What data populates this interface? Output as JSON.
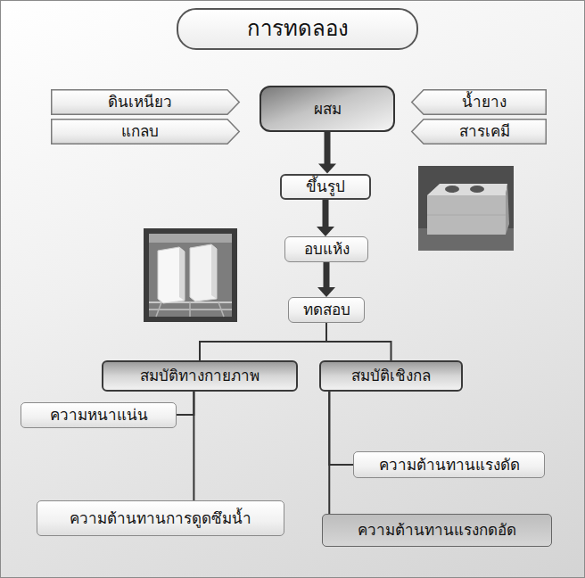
{
  "diagram": {
    "title": "การทดลอง",
    "nodes": [
      {
        "text": [
          "ดินเหนียว"
        ]
      },
      {
        "text": [
          "ผสม"
        ]
      },
      {
        "text": [
          "น้ำยาง"
        ]
      },
      {
        "text": [
          "แกลบ"
        ]
      },
      {
        "text": [
          "สารเคมี"
        ]
      },
      {
        "text": [
          "ขึ้นรูป"
        ]
      },
      {
        "text": [
          "อบแห้ง"
        ]
      },
      {
        "text": [
          "ทดสอบ"
        ]
      },
      {
        "text": [
          "สมบัติทางกายภาพ"
        ]
      },
      {
        "text": [
          "สมบัติเชิงกล"
        ]
      },
      {
        "text": [
          "ความหนาแน่น"
        ]
      },
      {
        "text": [
          "ความต้านทานแรงดัด"
        ]
      },
      {
        "text": [
          "ความต้านทานการดูดซึมน้ำ"
        ]
      },
      {
        "text": [
          "ความต้านทานแรงกดอัด"
        ]
      }
    ],
    "edges": [
      {
        "from": 1,
        "to": 5,
        "arrow": "to"
      },
      {
        "from": 5,
        "to": 6,
        "arrow": "to"
      },
      {
        "from": 6,
        "to": 7,
        "arrow": "to"
      },
      {
        "from": 7,
        "to": 8,
        "arrow": "none"
      },
      {
        "from": 7,
        "to": 9,
        "arrow": "none"
      },
      {
        "from": 8,
        "to": 10,
        "arrow": "none"
      },
      {
        "from": 8,
        "to": 12,
        "arrow": "none"
      },
      {
        "from": 9,
        "to": 11,
        "arrow": "none"
      },
      {
        "from": 9,
        "to": 13,
        "arrow": "none"
      }
    ]
  }
}
